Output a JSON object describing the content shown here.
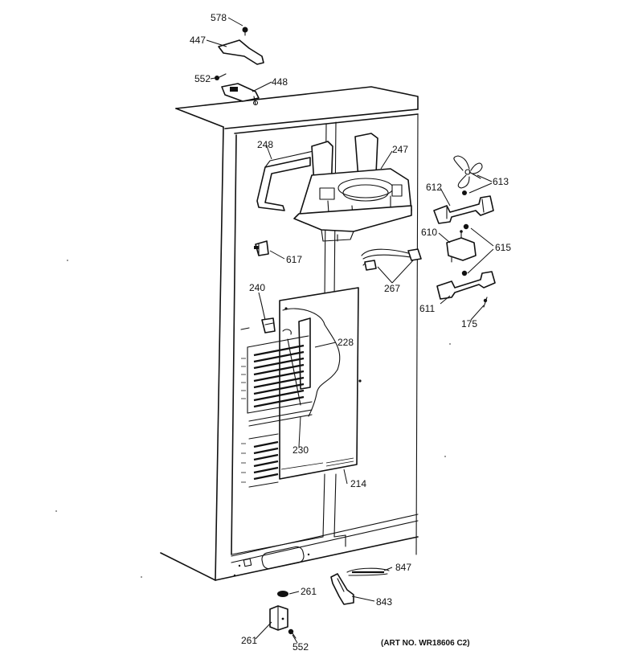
{
  "art_number": "(ART NO. WR18606 C2)",
  "labels": [
    {
      "id": "578",
      "text": "578"
    },
    {
      "id": "447",
      "text": "447"
    },
    {
      "id": "552a",
      "text": "552"
    },
    {
      "id": "448",
      "text": "448"
    },
    {
      "id": "248",
      "text": "248"
    },
    {
      "id": "247",
      "text": "247"
    },
    {
      "id": "613",
      "text": "613"
    },
    {
      "id": "612",
      "text": "612"
    },
    {
      "id": "610",
      "text": "610"
    },
    {
      "id": "615",
      "text": "615"
    },
    {
      "id": "617",
      "text": "617"
    },
    {
      "id": "267",
      "text": "267"
    },
    {
      "id": "240",
      "text": "240"
    },
    {
      "id": "611",
      "text": "611"
    },
    {
      "id": "175",
      "text": "175"
    },
    {
      "id": "228",
      "text": "228"
    },
    {
      "id": "230",
      "text": "230"
    },
    {
      "id": "214",
      "text": "214"
    },
    {
      "id": "847",
      "text": "847"
    },
    {
      "id": "261a",
      "text": "261"
    },
    {
      "id": "843",
      "text": "843"
    },
    {
      "id": "261b",
      "text": "261"
    },
    {
      "id": "552b",
      "text": "552"
    }
  ]
}
